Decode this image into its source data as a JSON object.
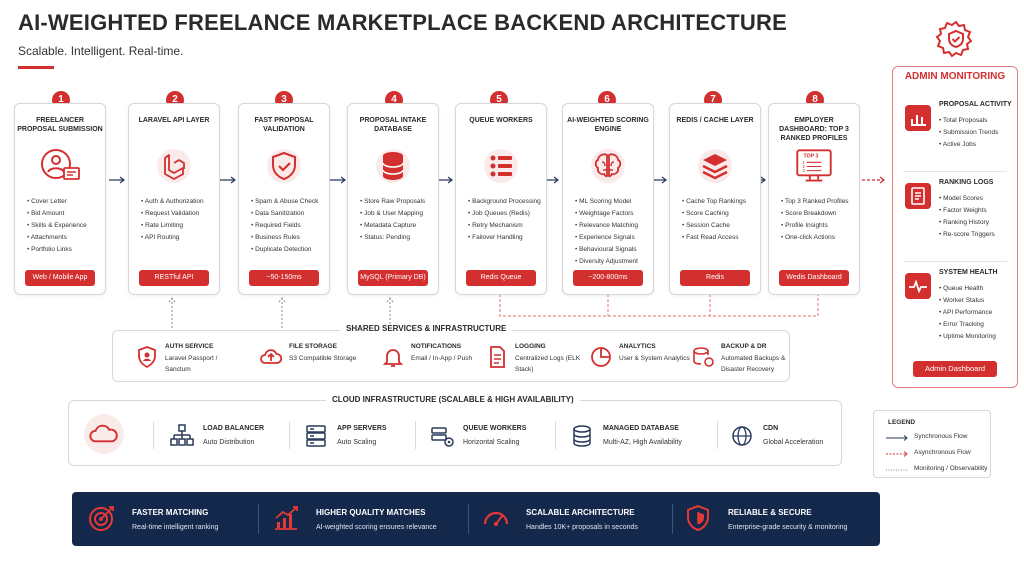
{
  "header": {
    "title": "AI-WEIGHTED FREELANCE MARKETPLACE BACKEND ARCHITECTURE",
    "subtitle": "Scalable. Intelligent. Real-time."
  },
  "colors": {
    "accent": "#d32f2f",
    "navy": "#14284b",
    "border": "#d7d7d7"
  },
  "pipeline": [
    {
      "num": "1",
      "title": "FREELANCER PROPOSAL SUBMISSION",
      "icon": "user-form-icon",
      "items": [
        "Cover Letter",
        "Bid Amount",
        "Skills & Experience",
        "Attachments",
        "Portfolio Links"
      ],
      "button": "Web / Mobile App"
    },
    {
      "num": "2",
      "title": "LARAVEL API LAYER",
      "icon": "laravel-icon",
      "items": [
        "Auth & Authorization",
        "Request Validation",
        "Rate Limiting",
        "API Routing"
      ],
      "button": "RESTful API"
    },
    {
      "num": "3",
      "title": "FAST PROPOSAL VALIDATION",
      "icon": "shield-check-icon",
      "items": [
        "Spam & Abuse Check",
        "Data Sanitization",
        "Required Fields",
        "Business Rules",
        "Duplicate Detection"
      ],
      "button": "~50-150ms"
    },
    {
      "num": "4",
      "title": "PROPOSAL INTAKE DATABASE",
      "icon": "database-icon",
      "items": [
        "Store Raw Proposals",
        "Job & User Mapping",
        "Metadata Capture",
        "Status: Pending"
      ],
      "button": "MySQL (Primary DB)"
    },
    {
      "num": "5",
      "title": "QUEUE WORKERS",
      "icon": "queue-list-icon",
      "items": [
        "Background Processing",
        "Job Queues (Redis)",
        "Retry Mechanism",
        "Failover Handling"
      ],
      "button": "Redis Queue"
    },
    {
      "num": "6",
      "title": "AI-WEIGHTED SCORING ENGINE",
      "icon": "brain-icon",
      "items": [
        "ML Scoring Model",
        "Weightage Factors",
        "Relevance Matching",
        "Experience Signals",
        "Behavioural Signals",
        "Diversity Adjustment"
      ],
      "button": "~200-800ms"
    },
    {
      "num": "7",
      "title": "REDIS / CACHE LAYER",
      "icon": "layers-icon",
      "items": [
        "Cache Top Rankings",
        "Score Caching",
        "Session Cache",
        "Fast Read Access"
      ],
      "button": "Redis"
    },
    {
      "num": "8",
      "title": "EMPLOYER DASHBOARD: TOP 3 RANKED PROFILES",
      "icon": "monitor-top3-icon",
      "monitor_text": [
        "TOP 3",
        "1",
        "2",
        "3"
      ],
      "items": [
        "Top 3 Ranked Profiles",
        "Score Breakdown",
        "Profile Insights",
        "One-click Actions"
      ],
      "button": "Wedis Dashboard"
    }
  ],
  "admin": {
    "title": "ADMIN MONITORING",
    "sections": [
      {
        "title": "PROPOSAL ACTIVITY",
        "icon": "bar-chart-icon",
        "items": [
          "Total Proposals",
          "Submission Trends",
          "Active Jobs"
        ]
      },
      {
        "title": "RANKING LOGS",
        "icon": "document-list-icon",
        "items": [
          "Model Scores",
          "Factor Weights",
          "Ranking History",
          "Re-score Triggers"
        ]
      },
      {
        "title": "SYSTEM HEALTH",
        "icon": "heartbeat-icon",
        "items": [
          "Queue Health",
          "Worker Status",
          "API Performance",
          "Error Tracking",
          "Uptime Monitoring"
        ]
      }
    ],
    "button": "Admin Dashboard"
  },
  "shared": {
    "label": "SHARED SERVICES & INFRASTRUCTURE",
    "items": [
      {
        "title": "AUTH SERVICE",
        "desc": "Laravel Passport / Sanctum",
        "icon": "user-shield-icon"
      },
      {
        "title": "FILE STORAGE",
        "desc": "S3 Compatible Storage",
        "icon": "cloud-upload-icon"
      },
      {
        "title": "NOTIFICATIONS",
        "desc": "Email / In-App / Push",
        "icon": "bell-icon"
      },
      {
        "title": "LOGGING",
        "desc": "Centralized Logs (ELK Stack)",
        "icon": "log-file-icon"
      },
      {
        "title": "ANALYTICS",
        "desc": "User & System Analytics",
        "icon": "pie-chart-icon"
      },
      {
        "title": "BACKUP & DR",
        "desc": "Automated Backups & Disaster Recovery",
        "icon": "backup-database-icon"
      }
    ]
  },
  "cloud": {
    "label": "CLOUD INFRASTRUCTURE (SCALABLE & HIGH AVAILABILITY)",
    "items": [
      {
        "title": "LOAD BALANCER",
        "desc": "Auto Distribution",
        "icon": "network-tree-icon"
      },
      {
        "title": "APP SERVERS",
        "desc": "Auto Scaling",
        "icon": "server-rack-icon"
      },
      {
        "title": "QUEUE WORKERS",
        "desc": "Horizontal Scaling",
        "icon": "worker-gear-icon"
      },
      {
        "title": "MANAGED DATABASE",
        "desc": "Multi-AZ, High Availability",
        "icon": "database-icon"
      },
      {
        "title": "CDN",
        "desc": "Global Acceleration",
        "icon": "globe-icon"
      }
    ]
  },
  "legend": {
    "title": "LEGEND",
    "items": [
      "Synchronous Flow",
      "Asynchronous Flow",
      "Monitoring / Observability"
    ]
  },
  "benefits": [
    {
      "title": "FASTER MATCHING",
      "desc": "Real-time intelligent ranking",
      "icon": "target-icon"
    },
    {
      "title": "HIGHER QUALITY MATCHES",
      "desc": "AI-weighted scoring ensures relevance",
      "icon": "trend-up-icon"
    },
    {
      "title": "SCALABLE ARCHITECTURE",
      "desc": "Handles 10K+ proposals in seconds",
      "icon": "speedometer-icon"
    },
    {
      "title": "RELIABLE & SECURE",
      "desc": "Enterprise-grade security & monitoring",
      "icon": "shield-icon"
    }
  ]
}
